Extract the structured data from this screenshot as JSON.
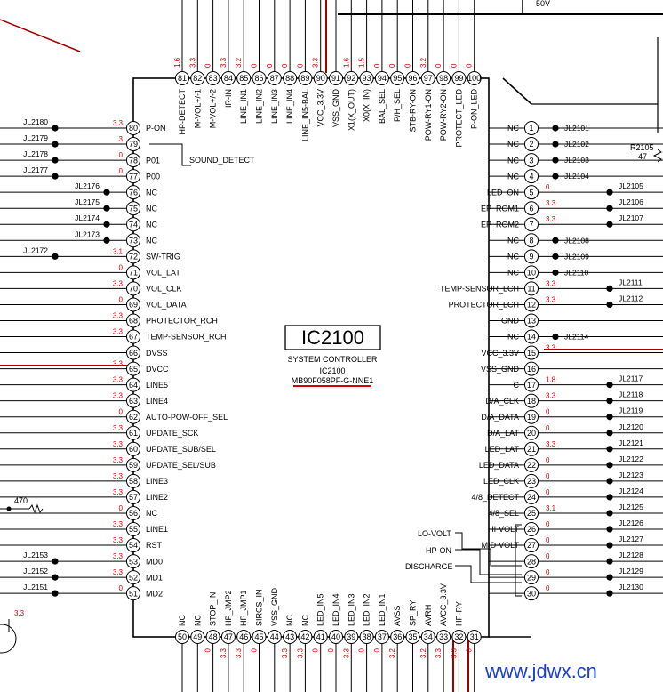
{
  "chip": {
    "ref": "IC2100",
    "function": "SYSTEM CONTROLLER",
    "ref2": "IC2100",
    "part": "MB90F058PF-G-NNE1"
  },
  "watermark": "www.jdwx.cn",
  "colors": {
    "voltage": "#d40000",
    "wire_red": "#a00000",
    "watermark": "#1a3fd1"
  },
  "pins_left": [
    {
      "n": "80",
      "name": "P-ON",
      "v": "3.3",
      "jl": "JL2180"
    },
    {
      "n": "79",
      "name": "",
      "v": "3",
      "jl": "JL2179"
    },
    {
      "n": "78",
      "name": "P01",
      "v": "0",
      "jl": "JL2178"
    },
    {
      "n": "77",
      "name": "P00",
      "v": "0",
      "jl": "JL2177"
    },
    {
      "n": "76",
      "name": "NC",
      "v": "",
      "jl": "JL2176"
    },
    {
      "n": "75",
      "name": "NC",
      "v": "",
      "jl": "JL2175"
    },
    {
      "n": "74",
      "name": "NC",
      "v": "",
      "jl": "JL2174"
    },
    {
      "n": "73",
      "name": "NC",
      "v": "",
      "jl": "JL2173"
    },
    {
      "n": "72",
      "name": "SW-TRIG",
      "v": "3.1",
      "jl": "JL2172"
    },
    {
      "n": "71",
      "name": "VOL_LAT",
      "v": "0",
      "jl": ""
    },
    {
      "n": "70",
      "name": "VOL_CLK",
      "v": "3.3",
      "jl": ""
    },
    {
      "n": "69",
      "name": "VOL_DATA",
      "v": "0",
      "jl": ""
    },
    {
      "n": "68",
      "name": "PROTECTOR_RCH",
      "v": "3.3",
      "jl": ""
    },
    {
      "n": "67",
      "name": "TEMP-SENSOR_RCH",
      "v": "3.3",
      "jl": ""
    },
    {
      "n": "66",
      "name": "DVSS",
      "v": "",
      "jl": ""
    },
    {
      "n": "65",
      "name": "DVCC",
      "v": "3.3",
      "jl": ""
    },
    {
      "n": "64",
      "name": "LINE5",
      "v": "3.3",
      "jl": ""
    },
    {
      "n": "63",
      "name": "LINE4",
      "v": "3.3",
      "jl": ""
    },
    {
      "n": "62",
      "name": "AUTO-POW-OFF_SEL",
      "v": "0",
      "jl": ""
    },
    {
      "n": "61",
      "name": "UPDATE_SCK",
      "v": "3.3",
      "jl": ""
    },
    {
      "n": "60",
      "name": "UPDATE_SUB/SEL",
      "v": "3.3",
      "jl": ""
    },
    {
      "n": "59",
      "name": "UPDATE_SEL/SUB",
      "v": "3.3",
      "jl": ""
    },
    {
      "n": "58",
      "name": "LINE3",
      "v": "3.3",
      "jl": ""
    },
    {
      "n": "57",
      "name": "LINE2",
      "v": "3.3",
      "jl": ""
    },
    {
      "n": "56",
      "name": "NC",
      "v": "0",
      "jl": ""
    },
    {
      "n": "55",
      "name": "LINE1",
      "v": "3.3",
      "jl": ""
    },
    {
      "n": "54",
      "name": "RST",
      "v": "3.3",
      "jl": ""
    },
    {
      "n": "53",
      "name": "MD0",
      "v": "3.3",
      "jl": "JL2153"
    },
    {
      "n": "52",
      "name": "MD1",
      "v": "3.3",
      "jl": "JL2152"
    },
    {
      "n": "51",
      "name": "MD2",
      "v": "0",
      "jl": "JL2151"
    }
  ],
  "pins_right": [
    {
      "n": "1",
      "name": "NC",
      "v": "",
      "jl": "JL2101"
    },
    {
      "n": "2",
      "name": "NC",
      "v": "",
      "jl": "JL2102"
    },
    {
      "n": "3",
      "name": "NC",
      "v": "",
      "jl": "JL2103"
    },
    {
      "n": "4",
      "name": "NC",
      "v": "",
      "jl": "JL2104"
    },
    {
      "n": "5",
      "name": "LED_ON",
      "v": "0",
      "jl": "JL2105"
    },
    {
      "n": "6",
      "name": "EP_ROM1",
      "v": "3.3",
      "jl": "JL2106"
    },
    {
      "n": "7",
      "name": "EP_ROM2",
      "v": "3.3",
      "jl": "JL2107"
    },
    {
      "n": "8",
      "name": "NC",
      "v": "",
      "jl": "JL2108"
    },
    {
      "n": "9",
      "name": "NC",
      "v": "",
      "jl": "JL2109"
    },
    {
      "n": "10",
      "name": "NC",
      "v": "",
      "jl": "JL2110"
    },
    {
      "n": "11",
      "name": "TEMP-SENSOR_LCH",
      "v": "3.3",
      "jl": "JL2111"
    },
    {
      "n": "12",
      "name": "PROTECTOR_LCH",
      "v": "3.3",
      "jl": "JL2112"
    },
    {
      "n": "13",
      "name": "GND",
      "v": "",
      "jl": ""
    },
    {
      "n": "14",
      "name": "NC",
      "v": "",
      "jl": "JL2114"
    },
    {
      "n": "15",
      "name": "VCC_3.3V",
      "v": "3.3",
      "jl": ""
    },
    {
      "n": "16",
      "name": "VSS_GND",
      "v": "",
      "jl": ""
    },
    {
      "n": "17",
      "name": "C",
      "v": "1.8",
      "jl": "JL2117"
    },
    {
      "n": "18",
      "name": "D/A_CLK",
      "v": "3.3",
      "jl": "JL2118"
    },
    {
      "n": "19",
      "name": "D/A_DATA",
      "v": "0",
      "jl": "JL2119"
    },
    {
      "n": "20",
      "name": "D/A_LAT",
      "v": "0",
      "jl": "JL2120"
    },
    {
      "n": "21",
      "name": "LED_LAT",
      "v": "3.3",
      "jl": "JL2121"
    },
    {
      "n": "22",
      "name": "LED_DATA",
      "v": "0",
      "jl": "JL2122"
    },
    {
      "n": "23",
      "name": "LED_CLK",
      "v": "0",
      "jl": "JL2123"
    },
    {
      "n": "24",
      "name": "4/8_DETECT",
      "v": "0",
      "jl": "JL2124"
    },
    {
      "n": "25",
      "name": "4/8_SEL",
      "v": "3.1",
      "jl": "JL2125"
    },
    {
      "n": "26",
      "name": "HI-VOLT",
      "v": "0",
      "jl": "JL2126"
    },
    {
      "n": "27",
      "name": "MID-VOLT",
      "v": "0",
      "jl": "JL2127"
    },
    {
      "n": "28",
      "name": "",
      "v": "0",
      "jl": "JL2128"
    },
    {
      "n": "29",
      "name": "",
      "v": "0",
      "jl": "JL2129"
    },
    {
      "n": "30",
      "name": "",
      "v": "0",
      "jl": "JL2130"
    }
  ],
  "pins_top": [
    {
      "n": "81",
      "name": "HP-DETECT",
      "v": "1.6"
    },
    {
      "n": "82",
      "name": "M-VOL+/-1",
      "v": "3.3"
    },
    {
      "n": "83",
      "name": "M-VOL+/-2",
      "v": "0"
    },
    {
      "n": "84",
      "name": "IR-IN",
      "v": "3.3"
    },
    {
      "n": "85",
      "name": "LINE_IN1",
      "v": "3.2"
    },
    {
      "n": "86",
      "name": "LINE_IN2",
      "v": "0"
    },
    {
      "n": "87",
      "name": "LINE_IN3",
      "v": "0"
    },
    {
      "n": "88",
      "name": "LINE_IN4",
      "v": "0"
    },
    {
      "n": "89",
      "name": "LINE_IN5-BAL",
      "v": "0"
    },
    {
      "n": "90",
      "name": "VCC_3.3V",
      "v": "3.3"
    },
    {
      "n": "91",
      "name": "VSS_GND",
      "v": ""
    },
    {
      "n": "92",
      "name": "X1(X_OUT)",
      "v": "1.6"
    },
    {
      "n": "93",
      "name": "X0(X_IN)",
      "v": "1.5"
    },
    {
      "n": "94",
      "name": "BAL_SEL",
      "v": "0"
    },
    {
      "n": "95",
      "name": "P/H_SEL",
      "v": "0"
    },
    {
      "n": "96",
      "name": "STB-RY-ON",
      "v": "0"
    },
    {
      "n": "97",
      "name": "POW-RY1-ON",
      "v": "3.2"
    },
    {
      "n": "98",
      "name": "POW-RY2-ON",
      "v": "0"
    },
    {
      "n": "99",
      "name": "PROTECT_LED",
      "v": "0"
    },
    {
      "n": "100",
      "name": "P-ON_LED",
      "v": "0"
    }
  ],
  "pins_bottom": [
    {
      "n": "50",
      "name": "NC",
      "v": ""
    },
    {
      "n": "49",
      "name": "NC",
      "v": ""
    },
    {
      "n": "48",
      "name": "STOP_IN",
      "v": "0"
    },
    {
      "n": "47",
      "name": "HP_JMP2",
      "v": "3.3"
    },
    {
      "n": "46",
      "name": "HP_JMP1",
      "v": "3.3"
    },
    {
      "n": "45",
      "name": "SIRCS_IN",
      "v": "0"
    },
    {
      "n": "44",
      "name": "VSS_GND",
      "v": ""
    },
    {
      "n": "43",
      "name": "NC",
      "v": "3.3"
    },
    {
      "n": "42",
      "name": "NC",
      "v": "3.3"
    },
    {
      "n": "41",
      "name": "LED_IN5",
      "v": "0"
    },
    {
      "n": "40",
      "name": "LED_IN4",
      "v": "0"
    },
    {
      "n": "39",
      "name": "LED_IN3",
      "v": "3.3"
    },
    {
      "n": "38",
      "name": "LED_IN2",
      "v": "0"
    },
    {
      "n": "37",
      "name": "LED_IN1",
      "v": "0"
    },
    {
      "n": "36",
      "name": "AVSS",
      "v": "3.2"
    },
    {
      "n": "35",
      "name": "SP_RY",
      "v": ""
    },
    {
      "n": "34",
      "name": "AVRH",
      "v": "3.2"
    },
    {
      "n": "33",
      "name": "AVCC_3.3V",
      "v": "3.3"
    },
    {
      "n": "32",
      "name": "HP-RY",
      "v": "3.3"
    },
    {
      "n": "31",
      "name": "",
      "v": "0"
    }
  ],
  "annotations": {
    "sound_detect": "SOUND_DETECT",
    "lo_volt": "LO-VOLT",
    "hp_on": "HP-ON",
    "discharge": "DISCHARGE",
    "r2105_ref": "R2105",
    "r2105_val": "47",
    "res_470": "470",
    "v50": "50V",
    "v33_left": "3.3"
  }
}
